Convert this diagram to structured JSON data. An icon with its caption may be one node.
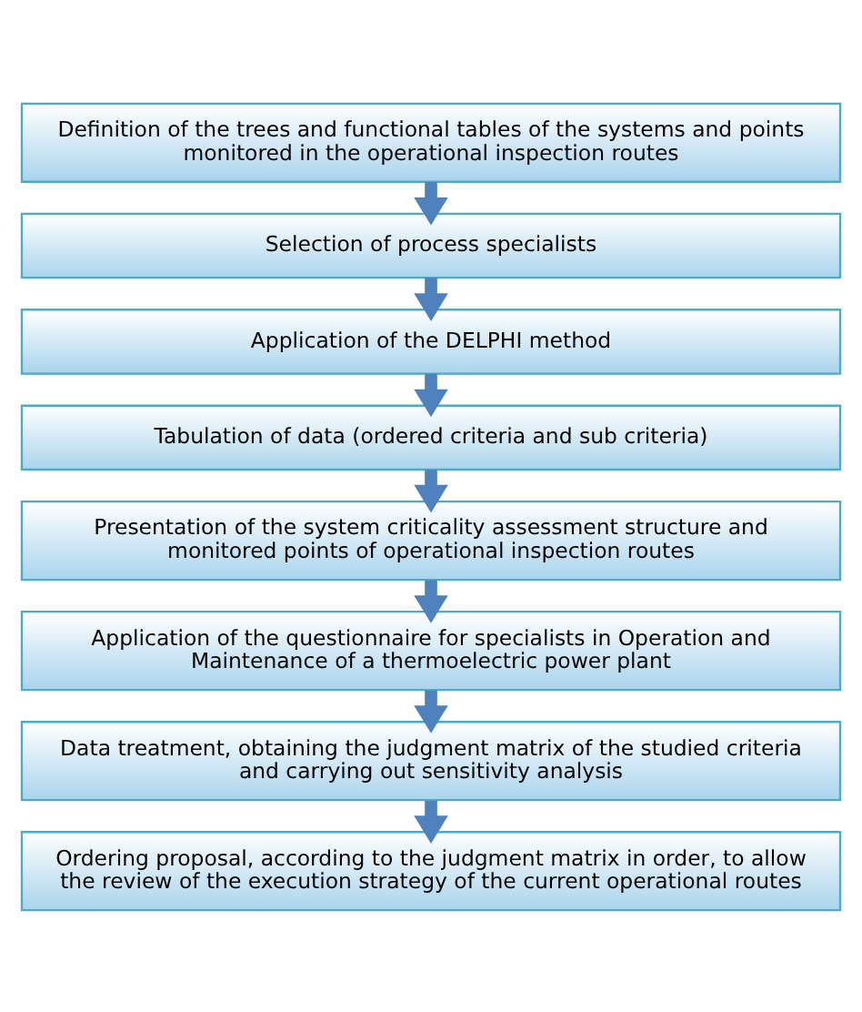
{
  "diagram": {
    "nodes": [
      {
        "text": [
          "Definition of the trees and functional tables of the systems and points monitored in the operational inspection routes"
        ]
      },
      {
        "text": [
          "Selection of process specialists"
        ]
      },
      {
        "text": [
          "Application of the DELPHI method"
        ]
      },
      {
        "text": [
          "Tabulation of data (ordered criteria and sub criteria)"
        ]
      },
      {
        "text": [
          "Presentation of the system criticality assessment structure and monitored points of operational inspection routes"
        ]
      },
      {
        "text": [
          "Application of the questionnaire for specialists in Operation and Maintenance of a thermoelectric power plant"
        ]
      },
      {
        "text": [
          "Data treatment, obtaining the judgment matrix of the studied criteria and carrying out sensitivity analysis"
        ]
      },
      {
        "text": [
          "Ordering proposal, according to the judgment matrix in order, to allow the review of the execution strategy of the current operational routes"
        ]
      }
    ],
    "edges": [
      {
        "from": 0,
        "to": 1,
        "arrow": "to"
      },
      {
        "from": 1,
        "to": 2,
        "arrow": "to"
      },
      {
        "from": 2,
        "to": 3,
        "arrow": "to"
      },
      {
        "from": 3,
        "to": 4,
        "arrow": "to"
      },
      {
        "from": 4,
        "to": 5,
        "arrow": "to"
      },
      {
        "from": 5,
        "to": 6,
        "arrow": "to"
      },
      {
        "from": 6,
        "to": 7,
        "arrow": "to"
      }
    ]
  }
}
